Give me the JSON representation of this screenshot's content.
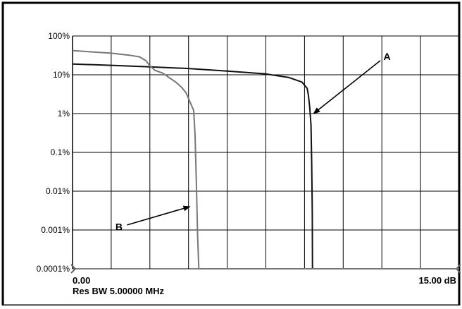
{
  "chart_data": {
    "type": "line",
    "title": "",
    "xlabel": "",
    "ylabel": "",
    "xlim": [
      0,
      15
    ],
    "ylim": [
      0.0001,
      100
    ],
    "y_scale": "log",
    "grid": true,
    "y_tick_labels": [
      "100%",
      "10%",
      "1%",
      "0.1%",
      "0.01%",
      "0.001%",
      "0.0001%"
    ],
    "y_tick_values": [
      100,
      10,
      1,
      0.1,
      0.01,
      0.001,
      0.0001
    ],
    "x_start_label": "0.00",
    "x_end_label": "15.00 dB",
    "footer": "Res BW 5.00000 MHz",
    "series": [
      {
        "name": "A",
        "color": "#111111",
        "x": [
          0,
          1.5,
          3.0,
          4.5,
          6.0,
          7.5,
          8.4,
          8.9,
          9.1,
          9.15,
          9.2,
          9.25,
          9.28,
          9.3,
          9.31,
          9.33,
          15
        ],
        "y": [
          19,
          17.5,
          16,
          14.5,
          12.5,
          10.5,
          8.5,
          6.5,
          4.5,
          3,
          1.5,
          0.5,
          0.05,
          0.003,
          0.0001,
          0.0001,
          0.0001
        ]
      },
      {
        "name": "B",
        "color": "#777777",
        "x": [
          0,
          1.5,
          2.2,
          2.6,
          2.85,
          3.0,
          3.2,
          3.5,
          3.8,
          4.0,
          4.2,
          4.4,
          4.7,
          4.75,
          4.8,
          4.85,
          4.9,
          15
        ],
        "y": [
          42,
          36,
          32,
          29,
          23,
          17,
          13,
          11,
          8,
          6.5,
          5,
          3.5,
          1.2,
          0.3,
          0.02,
          0.0008,
          0.0001,
          0.0001
        ]
      }
    ],
    "annotations": [
      {
        "label": "A",
        "target_x": 9.35,
        "target_y": 1.0,
        "text_x": 12.2,
        "text_y": 30
      },
      {
        "label": "B",
        "target_x": 4.55,
        "target_y": 0.004,
        "text_x": 1.8,
        "text_y": 0.0012
      }
    ]
  }
}
